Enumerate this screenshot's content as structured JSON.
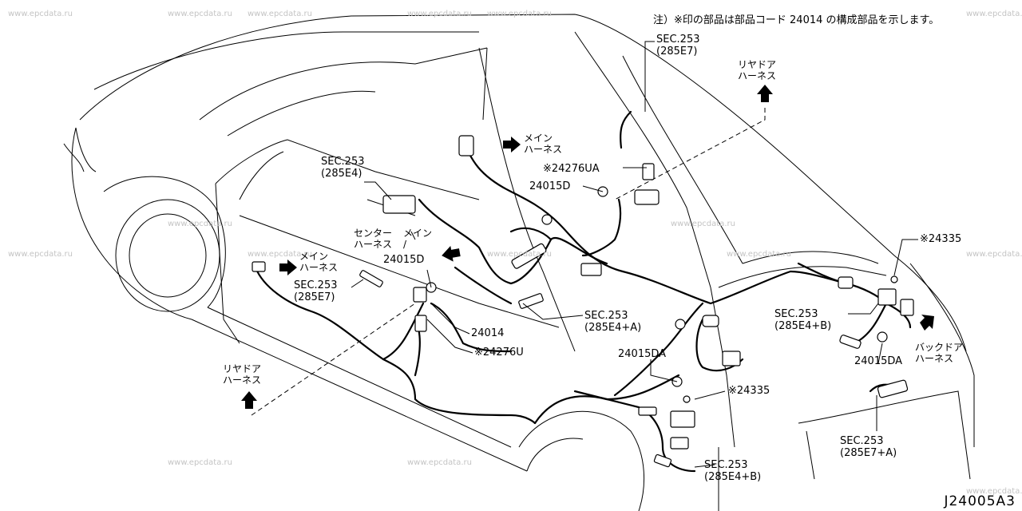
{
  "note": "注）※印の部品は部品コード 24014 の構成部品を示します。",
  "diagram_code": "J24005A3",
  "watermark": "www.epcdata.ru",
  "labels": {
    "sec_285e7_top": [
      "SEC.253",
      "(285E7)"
    ],
    "rear_door_harness_right": [
      "リヤドア",
      "ハーネス"
    ],
    "main_harness_top": [
      "メイン",
      "ハーネス"
    ],
    "part_24276ua": "※24276UA",
    "part_24015d_top": "24015D",
    "sec_285e4": [
      "SEC.253",
      "(285E4)"
    ],
    "center_harness": [
      "センター",
      "ハーネス"
    ],
    "main_harness_center": [
      "メイン",
      "/"
    ],
    "part_24015d_mid": "24015D",
    "main_harness_left": [
      "メイン",
      "ハーネス"
    ],
    "sec_285e7_left": [
      "SEC.253",
      "(285E7)"
    ],
    "part_24014": "24014",
    "part_24276u": "※24276U",
    "sec_285e4a": [
      "SEC.253",
      "(285E4+A)"
    ],
    "part_24015da_mid": "24015DA",
    "part_24335_mid": "※24335",
    "rear_door_harness_left": [
      "リヤドア",
      "ハーネス"
    ],
    "part_24335_right": "※24335",
    "sec_285e4b_right": [
      "SEC.253",
      "(285E4+B)"
    ],
    "back_door_harness": [
      "バックドア",
      "ハーネス"
    ],
    "part_24015da_right": "24015DA",
    "sec_285e7a": [
      "SEC.253",
      "(285E7+A)"
    ],
    "sec_285e4b_bottom": [
      "SEC.253",
      "(285E4+B)"
    ]
  }
}
